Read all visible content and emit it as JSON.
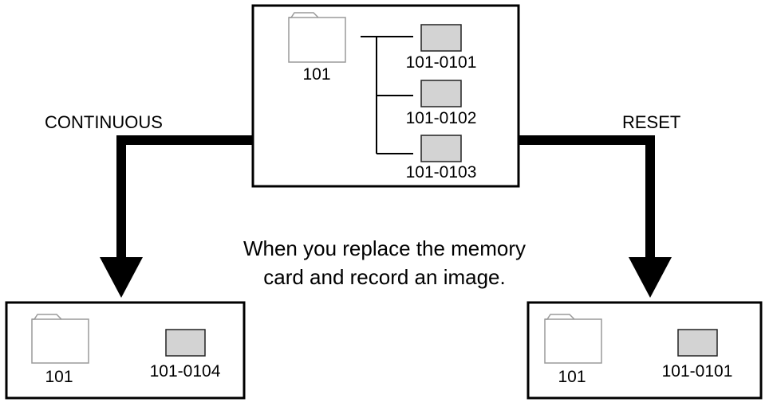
{
  "colors": {
    "frame": "#000000",
    "folder_stroke": "#9a9a9a",
    "file_fill": "#d3d3d3",
    "file_stroke": "#222222"
  },
  "top": {
    "folder": {
      "label": "101",
      "icon": "folder-icon"
    },
    "files": [
      {
        "label": "101-0101",
        "icon": "image-file-icon"
      },
      {
        "label": "101-0102",
        "icon": "image-file-icon"
      },
      {
        "label": "101-0103",
        "icon": "image-file-icon"
      }
    ]
  },
  "modes": {
    "left": "CONTINUOUS",
    "right": "RESET"
  },
  "caption": {
    "line1": "When you replace the memory",
    "line2": "card and record an image."
  },
  "bottom_left": {
    "folder": {
      "label": "101",
      "icon": "folder-icon"
    },
    "file": {
      "label": "101-0104",
      "icon": "image-file-icon"
    }
  },
  "bottom_right": {
    "folder": {
      "label": "101",
      "icon": "folder-icon"
    },
    "file": {
      "label": "101-0101",
      "icon": "image-file-icon"
    }
  }
}
